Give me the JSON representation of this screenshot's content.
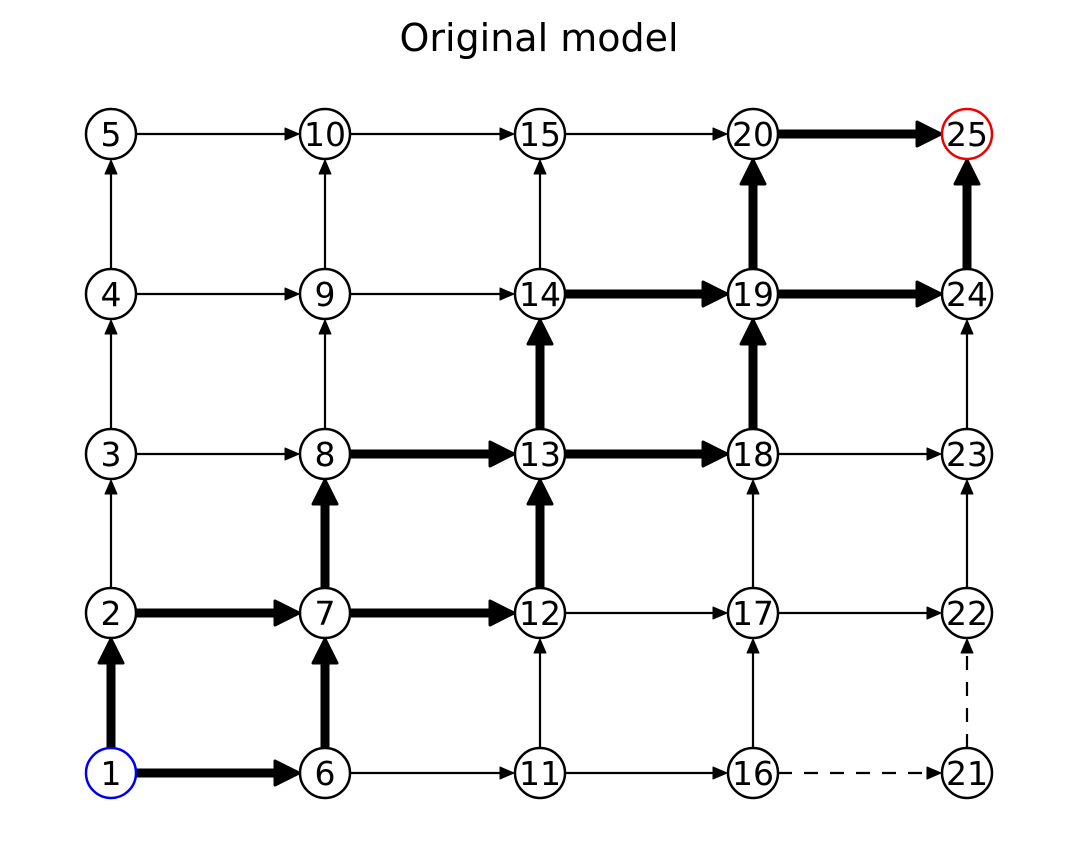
{
  "title": "Original model",
  "colors": {
    "default_node_stroke": "#000000",
    "start_node_stroke": "#0000ee",
    "goal_node_stroke": "#ee0000",
    "edge": "#000000",
    "background": "#ffffff"
  },
  "grid": {
    "columns": 5,
    "rows": 5
  },
  "nodes": [
    {
      "id": "1",
      "label": "1",
      "col": 0,
      "row": 0,
      "role": "start"
    },
    {
      "id": "2",
      "label": "2",
      "col": 0,
      "row": 1,
      "role": "normal"
    },
    {
      "id": "3",
      "label": "3",
      "col": 0,
      "row": 2,
      "role": "normal"
    },
    {
      "id": "4",
      "label": "4",
      "col": 0,
      "row": 3,
      "role": "normal"
    },
    {
      "id": "5",
      "label": "5",
      "col": 0,
      "row": 4,
      "role": "normal"
    },
    {
      "id": "6",
      "label": "6",
      "col": 1,
      "row": 0,
      "role": "normal"
    },
    {
      "id": "7",
      "label": "7",
      "col": 1,
      "row": 1,
      "role": "normal"
    },
    {
      "id": "8",
      "label": "8",
      "col": 1,
      "row": 2,
      "role": "normal"
    },
    {
      "id": "9",
      "label": "9",
      "col": 1,
      "row": 3,
      "role": "normal"
    },
    {
      "id": "10",
      "label": "10",
      "col": 1,
      "row": 4,
      "role": "normal"
    },
    {
      "id": "11",
      "label": "11",
      "col": 2,
      "row": 0,
      "role": "normal"
    },
    {
      "id": "12",
      "label": "12",
      "col": 2,
      "row": 1,
      "role": "normal"
    },
    {
      "id": "13",
      "label": "13",
      "col": 2,
      "row": 2,
      "role": "normal"
    },
    {
      "id": "14",
      "label": "14",
      "col": 2,
      "row": 3,
      "role": "normal"
    },
    {
      "id": "15",
      "label": "15",
      "col": 2,
      "row": 4,
      "role": "normal"
    },
    {
      "id": "16",
      "label": "16",
      "col": 3,
      "row": 0,
      "role": "normal"
    },
    {
      "id": "17",
      "label": "17",
      "col": 3,
      "row": 1,
      "role": "normal"
    },
    {
      "id": "18",
      "label": "18",
      "col": 3,
      "row": 2,
      "role": "normal"
    },
    {
      "id": "19",
      "label": "19",
      "col": 3,
      "row": 3,
      "role": "normal"
    },
    {
      "id": "20",
      "label": "20",
      "col": 3,
      "row": 4,
      "role": "normal"
    },
    {
      "id": "21",
      "label": "21",
      "col": 4,
      "row": 0,
      "role": "normal"
    },
    {
      "id": "22",
      "label": "22",
      "col": 4,
      "row": 1,
      "role": "normal"
    },
    {
      "id": "23",
      "label": "23",
      "col": 4,
      "row": 2,
      "role": "normal"
    },
    {
      "id": "24",
      "label": "24",
      "col": 4,
      "row": 3,
      "role": "normal"
    },
    {
      "id": "25",
      "label": "25",
      "col": 4,
      "row": 4,
      "role": "goal"
    }
  ],
  "edges": [
    {
      "from": "1",
      "to": "2",
      "style": "bold"
    },
    {
      "from": "1",
      "to": "6",
      "style": "bold"
    },
    {
      "from": "2",
      "to": "3",
      "style": "normal"
    },
    {
      "from": "2",
      "to": "7",
      "style": "bold"
    },
    {
      "from": "3",
      "to": "4",
      "style": "normal"
    },
    {
      "from": "3",
      "to": "8",
      "style": "normal"
    },
    {
      "from": "4",
      "to": "5",
      "style": "normal"
    },
    {
      "from": "4",
      "to": "9",
      "style": "normal"
    },
    {
      "from": "5",
      "to": "10",
      "style": "normal"
    },
    {
      "from": "6",
      "to": "7",
      "style": "bold"
    },
    {
      "from": "6",
      "to": "11",
      "style": "normal"
    },
    {
      "from": "7",
      "to": "8",
      "style": "bold"
    },
    {
      "from": "7",
      "to": "12",
      "style": "bold"
    },
    {
      "from": "8",
      "to": "9",
      "style": "normal"
    },
    {
      "from": "8",
      "to": "13",
      "style": "bold"
    },
    {
      "from": "9",
      "to": "10",
      "style": "normal"
    },
    {
      "from": "9",
      "to": "14",
      "style": "normal"
    },
    {
      "from": "10",
      "to": "15",
      "style": "normal"
    },
    {
      "from": "11",
      "to": "12",
      "style": "normal"
    },
    {
      "from": "11",
      "to": "16",
      "style": "normal"
    },
    {
      "from": "12",
      "to": "13",
      "style": "bold"
    },
    {
      "from": "12",
      "to": "17",
      "style": "normal"
    },
    {
      "from": "13",
      "to": "14",
      "style": "bold"
    },
    {
      "from": "13",
      "to": "18",
      "style": "bold"
    },
    {
      "from": "14",
      "to": "15",
      "style": "normal"
    },
    {
      "from": "14",
      "to": "19",
      "style": "bold"
    },
    {
      "from": "15",
      "to": "20",
      "style": "normal"
    },
    {
      "from": "16",
      "to": "17",
      "style": "normal"
    },
    {
      "from": "16",
      "to": "21",
      "style": "dashed"
    },
    {
      "from": "17",
      "to": "18",
      "style": "normal"
    },
    {
      "from": "17",
      "to": "22",
      "style": "normal"
    },
    {
      "from": "18",
      "to": "19",
      "style": "bold"
    },
    {
      "from": "18",
      "to": "23",
      "style": "normal"
    },
    {
      "from": "19",
      "to": "20",
      "style": "bold"
    },
    {
      "from": "19",
      "to": "24",
      "style": "bold"
    },
    {
      "from": "20",
      "to": "25",
      "style": "bold"
    },
    {
      "from": "21",
      "to": "22",
      "style": "dashed"
    },
    {
      "from": "22",
      "to": "23",
      "style": "normal"
    },
    {
      "from": "23",
      "to": "24",
      "style": "normal"
    },
    {
      "from": "24",
      "to": "25",
      "style": "bold"
    }
  ]
}
